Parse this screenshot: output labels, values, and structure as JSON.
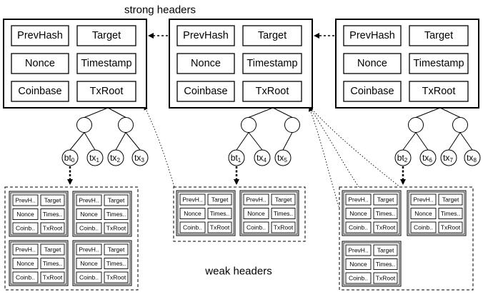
{
  "labels": {
    "strong_headers": "strong headers",
    "weak_headers": "weak headers"
  },
  "strong_block": {
    "prev_hash": "PrevHash",
    "target": "Target",
    "nonce": "Nonce",
    "timestamp": "Timestamp",
    "coinbase": "Coinbase",
    "tx_root": "TxRoot"
  },
  "weak_block": {
    "prev_hash": "PrevH..",
    "target": "Target",
    "nonce": "Nonce",
    "timestamp": "Times..",
    "coinbase": "Coinb..",
    "tx_root": "TxRoot"
  },
  "leaves": [
    {
      "base": "bt",
      "sub": "0"
    },
    {
      "base": "tx",
      "sub": "1"
    },
    {
      "base": "tx",
      "sub": "2"
    },
    {
      "base": "tx",
      "sub": "3"
    },
    {
      "base": "bt",
      "sub": "1"
    },
    {
      "base": "tx",
      "sub": "4"
    },
    {
      "base": "tx",
      "sub": "5"
    },
    {
      "base": "bt",
      "sub": "2"
    },
    {
      "base": "tx",
      "sub": "6"
    },
    {
      "base": "tx",
      "sub": "7"
    },
    {
      "base": "tx",
      "sub": "8"
    }
  ]
}
